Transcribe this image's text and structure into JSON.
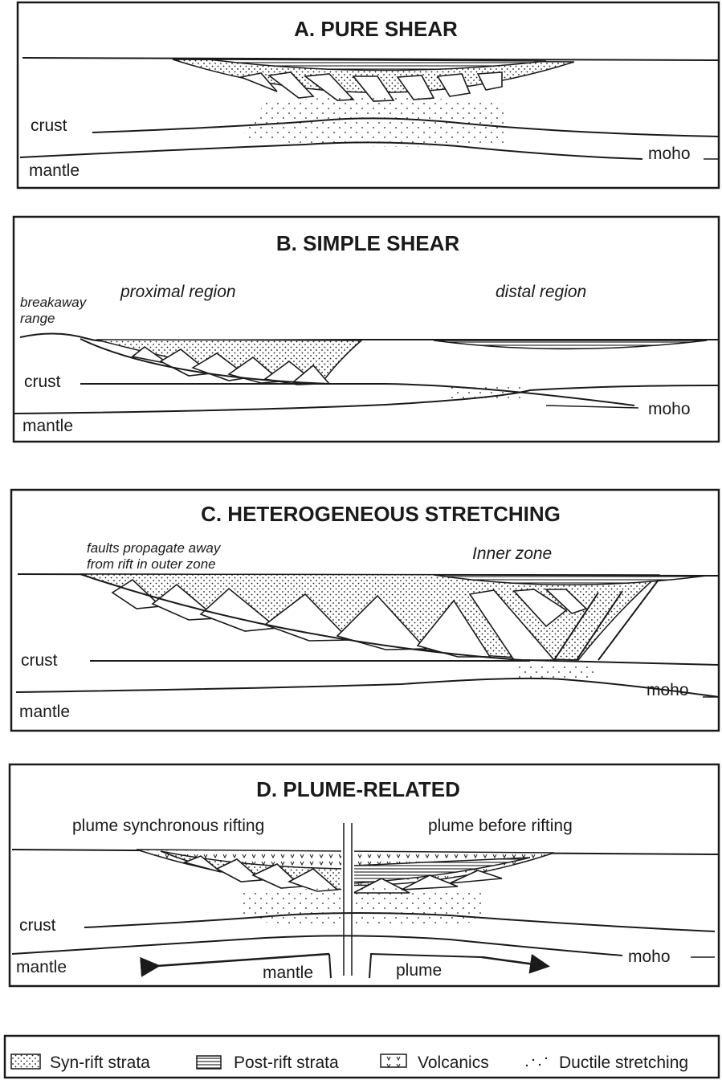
{
  "panels": {
    "a": {
      "title": "A. PURE SHEAR",
      "crust_label": "crust",
      "mantle_label": "mantle",
      "moho_label": "moho"
    },
    "b": {
      "title": "B. SIMPLE SHEAR",
      "breakaway_label_line1": "breakaway",
      "breakaway_label_line2": "range",
      "proximal_label": "proximal region",
      "distal_label": "distal region",
      "crust_label": "crust",
      "mantle_label": "mantle",
      "moho_label": "moho"
    },
    "c": {
      "title": "C. HETEROGENEOUS STRETCHING",
      "outer_zone_line1": "faults propagate away",
      "outer_zone_line2": "from rift in outer zone",
      "inner_zone_label": "Inner zone",
      "crust_label": "crust",
      "mantle_label": "mantle",
      "moho_label": "moho"
    },
    "d": {
      "title": "D. PLUME-RELATED",
      "left_caption": "plume synchronous rifting",
      "right_caption": "plume before rifting",
      "crust_label": "crust",
      "mantle_label": "mantle",
      "moho_label": "moho",
      "mantle_flow_label": "mantle",
      "plume_label": "plume",
      "break_symbol": "II"
    }
  },
  "legend": {
    "items": [
      {
        "label": "Syn-rift strata",
        "pattern": "dots"
      },
      {
        "label": "Post-rift strata",
        "pattern": "horizontal-lines"
      },
      {
        "label": "Volcanics",
        "pattern": "v-marks"
      },
      {
        "label": "Ductile stretching",
        "pattern": "sparse-dots"
      }
    ]
  },
  "colors": {
    "ink": "#1a1a1a",
    "paper": "#ffffff"
  }
}
